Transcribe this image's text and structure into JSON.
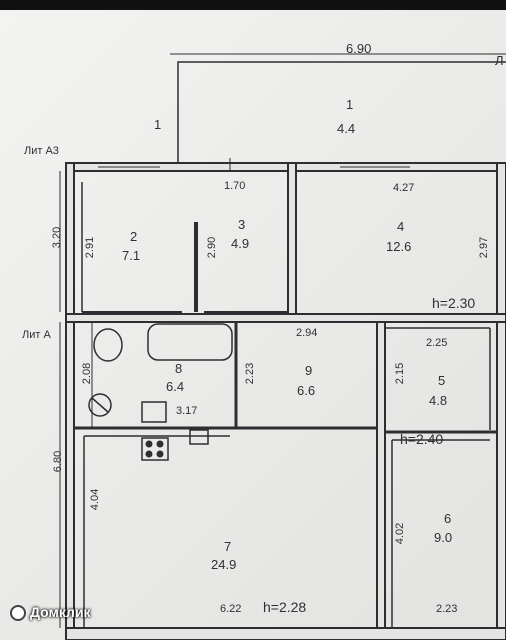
{
  "plan": {
    "labels": {
      "lit_a3": "Лит А3",
      "lit_a": "Лит А",
      "lit_top_right": "Л",
      "outer_one": "1"
    },
    "dimensions": {
      "top_width": "6.90",
      "d_170": "1.70",
      "d_427": "4.27",
      "d_320": "3.20",
      "d_291": "2.91",
      "d_290": "2.90",
      "d_297": "2.97",
      "d_294": "2.94",
      "d_225": "2.25",
      "d_208": "2.08",
      "d_223": "2.23",
      "d_215": "2.15",
      "d_317": "3.17",
      "d_680": "6.80",
      "d_404": "4.04",
      "d_402": "4.02",
      "d_622": "6.22",
      "d_223b": "2.23"
    },
    "heights": {
      "h1": "h=2.30",
      "h2": "h=2.40",
      "h3": "h=2.28"
    },
    "rooms": [
      {
        "num": "1",
        "area": "4.4"
      },
      {
        "num": "2",
        "area": "7.1"
      },
      {
        "num": "3",
        "area": "4.9"
      },
      {
        "num": "4",
        "area": "12.6"
      },
      {
        "num": "5",
        "area": "4.8"
      },
      {
        "num": "6",
        "area": "9.0"
      },
      {
        "num": "7",
        "area": "24.9"
      },
      {
        "num": "8",
        "area": "6.4"
      },
      {
        "num": "9",
        "area": "6.6"
      }
    ],
    "watermark": "Домклик",
    "colors": {
      "line": "#2d2e31",
      "paper": "#ecedea"
    }
  }
}
